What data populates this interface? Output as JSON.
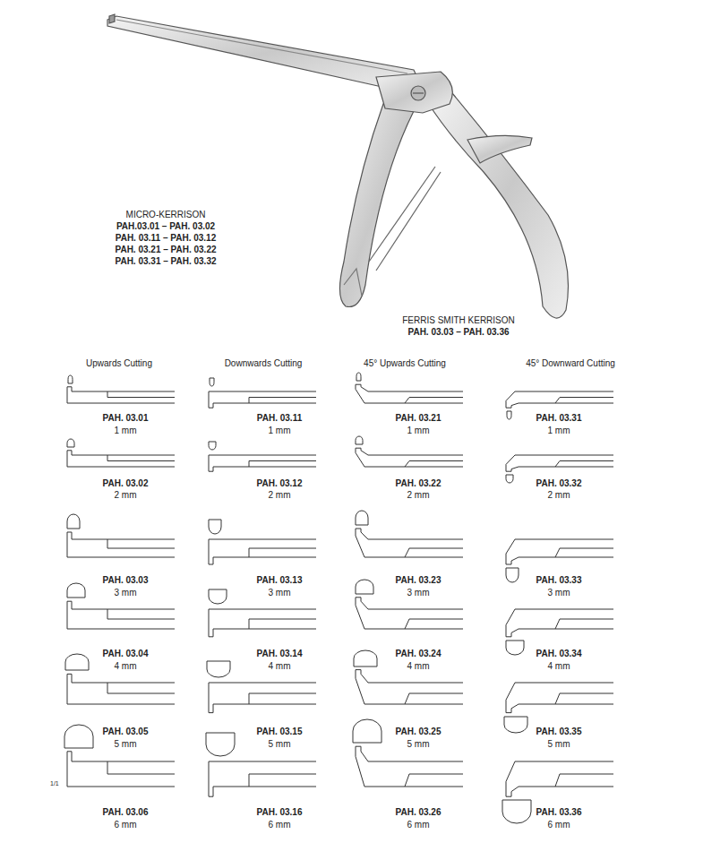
{
  "diagram": {
    "labels": [
      "MICRO-KERRISON",
      "PAH.03.01 – PAH. 03.02",
      "PAH. 03.11 – PAH. 03.12",
      "PAH. 03.21 – PAH. 03.22",
      "PAH. 03.31 – PAH. 03.32",
      "FERRIS SMITH KERRISON",
      "PAH. 03.03 – PAH. 03.36",
      "Upwards Cutting",
      "Downwards Cutting",
      "45° Upwards Cutting",
      "45° Downward Cutting",
      "PAH. 03.01",
      "1 mm",
      "PAH. 03.11",
      "1 mm",
      "PAH. 03.21",
      "1 mm",
      "PAH. 03.31",
      "1 mm",
      "PAH. 03.02",
      "2 mm",
      "PAH. 03.12",
      "2 mm",
      "PAH. 03.22",
      "2 mm",
      "PAH. 03.32",
      "2 mm",
      "PAH. 03.03",
      "3 mm",
      "PAH. 03.13",
      "3 mm",
      "PAH. 03.23",
      "3 mm",
      "PAH. 03.33",
      "3 mm",
      "PAH. 03.04",
      "4 mm",
      "PAH. 03.14",
      "4 mm",
      "PAH. 03.24",
      "4 mm",
      "PAH. 03.34",
      "4 mm",
      "PAH. 03.05",
      "5 mm",
      "PAH. 03.15",
      "5 mm",
      "PAH. 03.25",
      "5 mm",
      "PAH. 03.35",
      "5 mm",
      "PAH. 03.06",
      "6 mm",
      "PAH. 03.16",
      "6 mm",
      "PAH. 03.26",
      "6 mm",
      "PAH. 03.36",
      "6 mm",
      "1/1"
    ]
  }
}
